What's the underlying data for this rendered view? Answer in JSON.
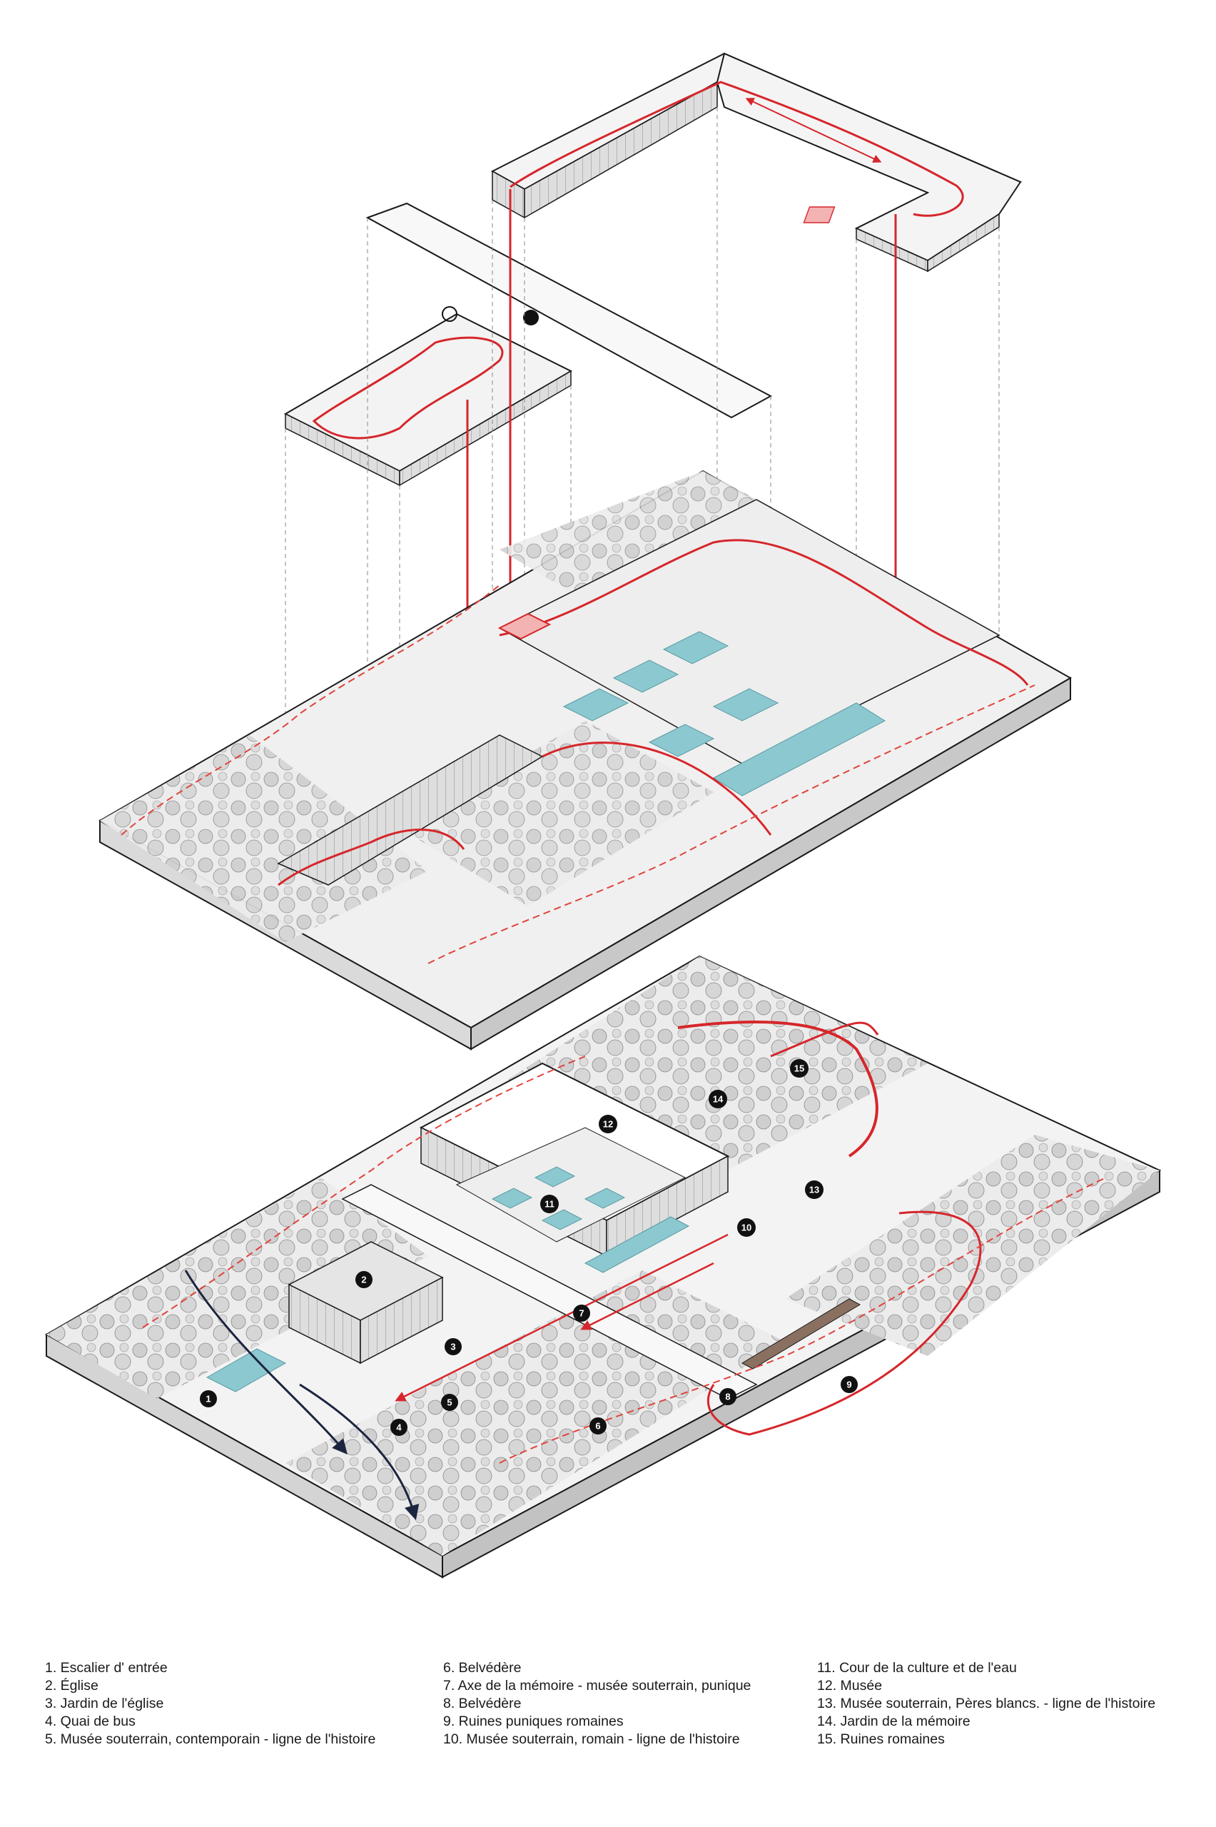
{
  "markers": [
    "1",
    "2",
    "3",
    "4",
    "5",
    "6",
    "7",
    "8",
    "9",
    "10",
    "11",
    "12",
    "13",
    "14",
    "15"
  ],
  "legend": {
    "columns": [
      [
        "1. Escalier d' entrée",
        "2. Église",
        "3. Jardin de l'église",
        "4. Quai de bus",
        "5. Musée souterrain, contemporain - ligne de l'histoire"
      ],
      [
        "6. Belvédère",
        "7. Axe de la mémoire - musée souterrain, punique",
        "8. Belvédère",
        "9. Ruines puniques romaines",
        "10. Musée souterrain, romain - ligne de l'histoire"
      ],
      [
        "11. Cour de la culture et de l'eau",
        "12. Musée",
        "13. Musée souterrain, Pères blancs. - ligne de l'histoire",
        "14. Jardin de la mémoire",
        "15. Ruines romaines"
      ]
    ]
  },
  "colors": {
    "route": "#d6262b",
    "dashed_path": "#e0443d",
    "water": "#8cc8cf",
    "vegetation": "#bdbdbd",
    "slab": "#f2f2f2",
    "outline": "#1a1a1a",
    "arrow": "#1c2440"
  }
}
